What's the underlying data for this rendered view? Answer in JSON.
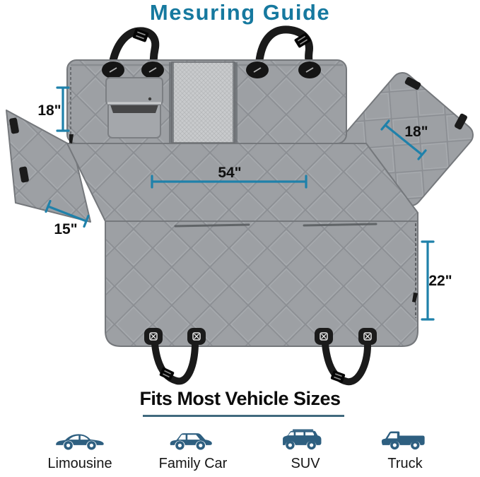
{
  "title": "Mesuring Guide",
  "colors": {
    "title_text": "#16799F",
    "measurement_line": "#1F81AA",
    "heading_text": "#0C0C0C",
    "heading_underline": "#40697E",
    "vehicle_icon": "#2E5F80",
    "cover_fabric": "#9DA0A4",
    "mesh_window": "#C8CACC",
    "strap_black": "#1A1A1A"
  },
  "diagram": {
    "measurements": {
      "back_height": "18\"",
      "seat_width": "54\"",
      "front_flap_width": "15\"",
      "side_flap_width": "18\"",
      "seat_depth": "22\""
    },
    "icons": [
      "mesh-window",
      "storage-pocket",
      "headrest-strap",
      "strap-buckle",
      "seat-anchor-tab",
      "zipper-pull"
    ]
  },
  "footer": {
    "heading": "Fits Most Vehicle Sizes",
    "vehicles": [
      {
        "label": "Limousine",
        "icon": "sedan-icon"
      },
      {
        "label": "Family Car",
        "icon": "family-car-icon"
      },
      {
        "label": "SUV",
        "icon": "suv-icon"
      },
      {
        "label": "Truck",
        "icon": "pickup-truck-icon"
      }
    ]
  }
}
